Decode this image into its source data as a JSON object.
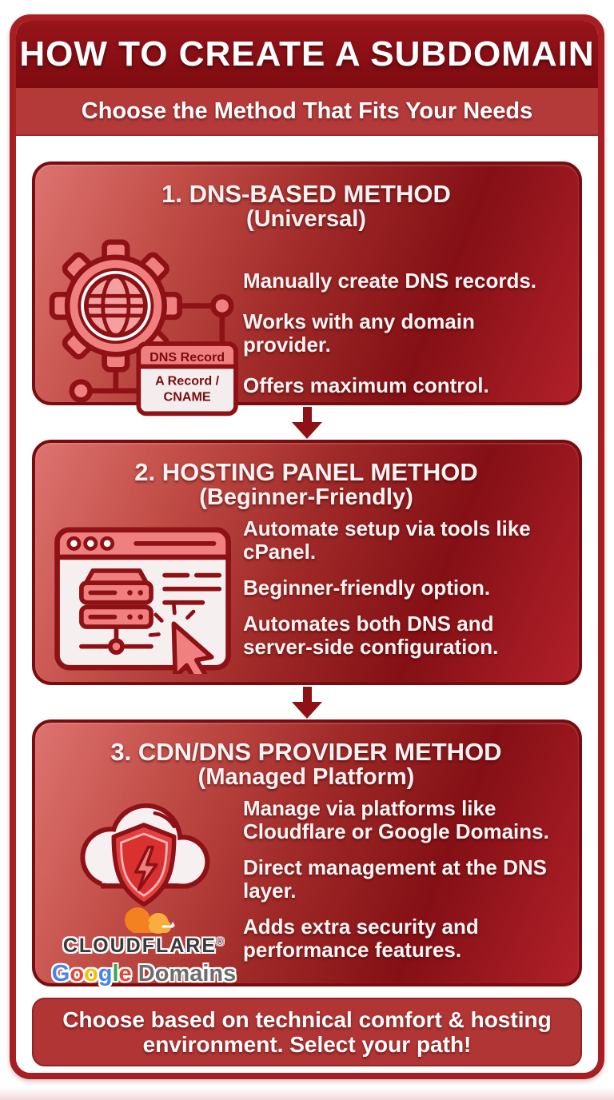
{
  "page": {
    "title": "HOW TO CREATE A SUBDOMAIN",
    "subtitle": "Choose the Method That Fits Your Needs"
  },
  "methods": [
    {
      "number_title": "1. DNS-BASED METHOD",
      "qualifier": "(Universal)",
      "icon": "gear-globe-dns-icon",
      "icon_box": {
        "header": "DNS Record",
        "body_line1": "A Record /",
        "body_line2": "CNAME"
      },
      "bullets": [
        "Manually create DNS records.",
        "Works with any domain provider.",
        "Offers maximum control."
      ]
    },
    {
      "number_title": "2. HOSTING PANEL METHOD",
      "qualifier": "(Beginner-Friendly)",
      "icon": "hosting-panel-cursor-icon",
      "bullets": [
        "Automate setup via tools like cPanel.",
        "Beginner-friendly option.",
        "Automates both DNS and server-side configuration."
      ]
    },
    {
      "number_title": "3. CDN/DNS PROVIDER METHOD",
      "qualifier": "(Managed Platform)",
      "icon": "cloud-security-shield-icon",
      "logos": {
        "cloudflare": "CLOUDFLARE",
        "cloudflare_mark": "®",
        "google": {
          "letters": [
            "G",
            "o",
            "o",
            "g",
            "l",
            "e"
          ],
          "domains": " Domains"
        }
      },
      "bullets": [
        "Manage via platforms like Cloudflare or Google Domains.",
        "Direct management at the DNS layer.",
        "Adds extra security and performance features."
      ]
    }
  ],
  "footer": {
    "text": "Choose based on technical comfort & hosting environment. Select your path!"
  },
  "colors": {
    "frame_border": "#a81e22",
    "header_red": "#8a0f15",
    "subtitle_bar_red": "#b43a3a",
    "card_dark_red": "#841015",
    "card_salmon": "#dd736f",
    "icon_salmon": "#f08080",
    "icon_outline": "#8e1115",
    "text_white": "#fdf4f4",
    "cloudflare_orange": "#f48120",
    "google_blue": "#4285f4",
    "google_red": "#ea4335",
    "google_yellow": "#fbbc05",
    "google_green": "#34a853"
  }
}
